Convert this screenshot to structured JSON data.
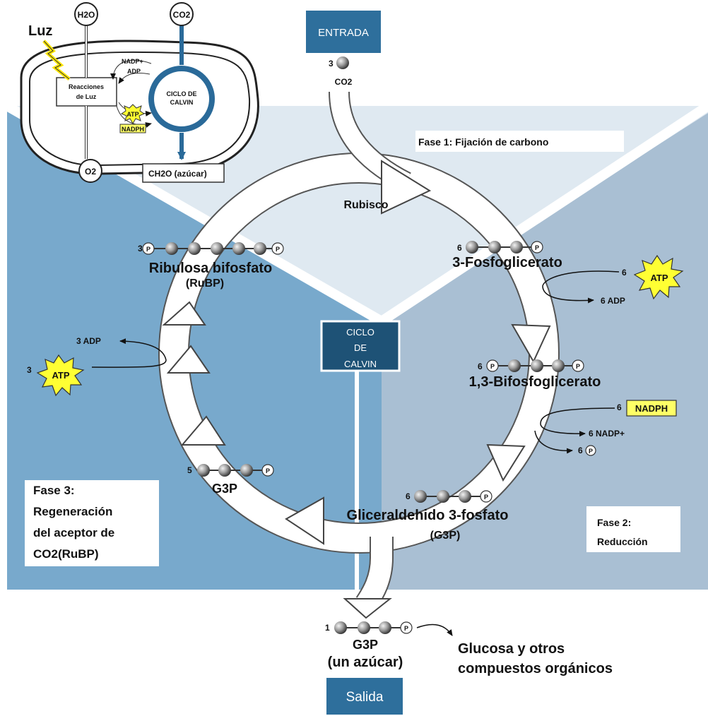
{
  "colors": {
    "bg_fase1": "#dfe9f1",
    "bg_fase2": "#a9bfd3",
    "bg_fase3": "#78a9cc",
    "box_dark": "#1e5276",
    "box_mid": "#2e6f9c",
    "calvin_ring": "#2a6a99",
    "atp_fill": "#ffff33",
    "nadph_fill": "#ffff66"
  },
  "inset": {
    "luz_label": "Luz",
    "h2o_label": "H2O",
    "co2_label": "CO2",
    "o2_label": "O2",
    "reacciones_label_1": "Reacciones",
    "reacciones_label_2": "de Luz",
    "ciclo_label_1": "CICLO DE",
    "ciclo_label_2": "CALVIN",
    "nadp_label": "NADP+",
    "adp_label": "ADP",
    "atp_label": "ATP",
    "nadph_label": "NADPH",
    "ch2o_label": "CH2O (azúcar)"
  },
  "entrada": {
    "label": "ENTRADA",
    "count": "3",
    "molecule": "CO2"
  },
  "fases": {
    "fase1": "Fase 1: Fijación de carbono",
    "fase2_line1": "Fase 2:",
    "fase2_line2": "Reducción",
    "fase3_line1": "Fase 3:",
    "fase3_line2": "Regeneración",
    "fase3_line3": "del aceptor de",
    "fase3_line4": "CO2(RuBP)"
  },
  "enzyme": "Rubisco",
  "center_box": {
    "line1": "CICLO",
    "line2": "DE",
    "line3": "CALVIN"
  },
  "molecules": {
    "rubp_count": "3",
    "rubp_name": "Ribulosa bifosfato",
    "rubp_abbr": "(RuBP)",
    "pga_count": "6",
    "pga_name": "3-Fosfoglicerato",
    "bpg_count": "6",
    "bpg_name": "1,3-Bifosfoglicerato",
    "g3p_count": "6",
    "g3p_name": "Gliceraldehido 3-fosfato",
    "g3p_abbr": "(G3P)",
    "g3p5_count": "5",
    "g3p5_name": "G3P",
    "out_count": "1",
    "out_name": "G3P",
    "out_desc": "(un azúcar)"
  },
  "cofactors": {
    "atp_in_count": "6",
    "atp_label": "ATP",
    "adp_out": "6 ADP",
    "nadph_in_count": "6",
    "nadph_label": "NADPH",
    "nadp_out": "6 NADP+",
    "pi_out_count": "6",
    "regen_atp_count": "3",
    "regen_adp_out": "3 ADP",
    "phosphate_symbol": "P"
  },
  "products": {
    "line1": "Glucosa y otros",
    "line2": "compuestos orgánicos"
  },
  "salida": {
    "label": "Salida"
  }
}
